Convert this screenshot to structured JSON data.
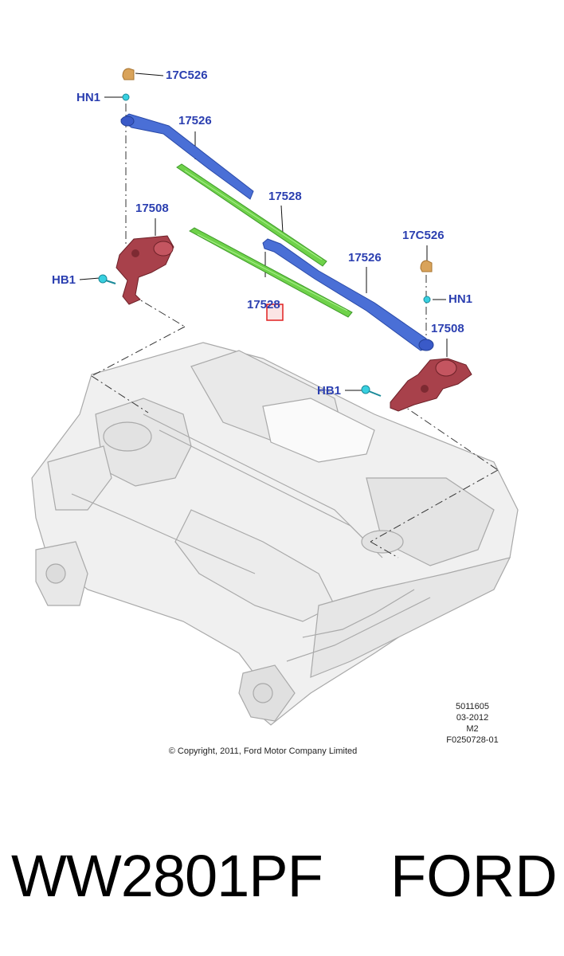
{
  "callouts": {
    "nut_cap_left": "17C526",
    "nut_left": "HN1",
    "arm_left": "17526",
    "blade_upper": "17528",
    "motor_left": "17508",
    "bolt_left": "HB1",
    "blade_lower": "17528",
    "arm_right": "17526",
    "nut_cap_right": "17C526",
    "nut_right": "HN1",
    "motor_right": "17508",
    "bolt_right": "HB1"
  },
  "copyright": "© Copyright, 2011, Ford Motor Company Limited",
  "drawing_meta": [
    "5011605",
    "03-2012",
    "M2",
    "F0250728-01"
  ],
  "product": {
    "part_number": "WW2801PF",
    "brand": "FORD"
  },
  "colors": {
    "label_blue": "#2b3fb0",
    "arm_blue": "#4a6fd6",
    "blade_green": "#6fd24a",
    "motor_red": "#a8414b",
    "fastener_cyan": "#38d0e0",
    "cap_tan": "#d9a35a",
    "highlight_red": "#e02020"
  }
}
